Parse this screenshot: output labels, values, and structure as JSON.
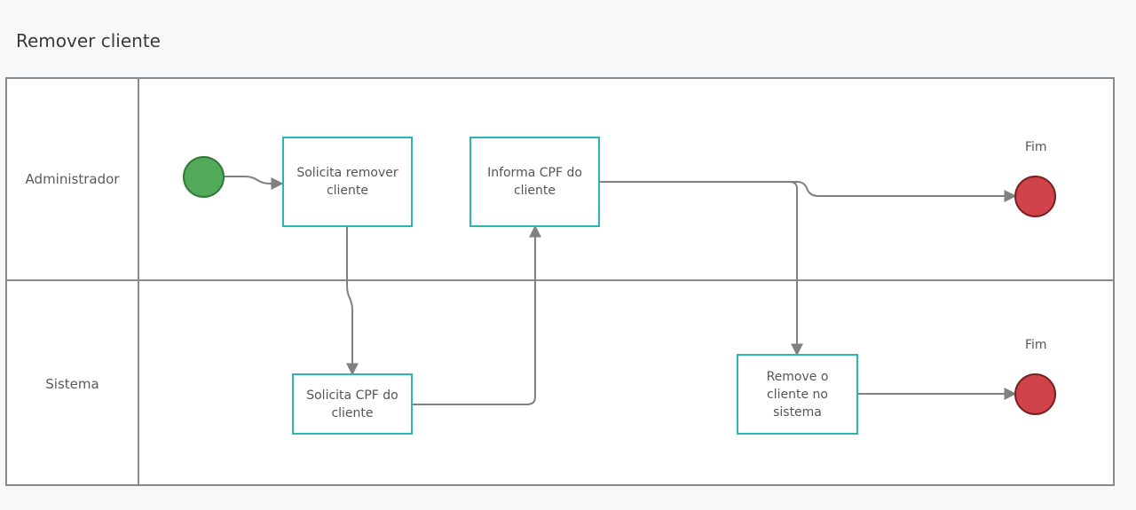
{
  "diagram": {
    "title": "Remover cliente",
    "lanes": [
      {
        "id": "administrador",
        "label": "Administrador"
      },
      {
        "id": "sistema",
        "label": "Sistema"
      }
    ],
    "tasks": {
      "solicita_remover": "Solicita remover cliente",
      "informa_cpf": "Informa CPF do cliente",
      "solicita_cpf": "Solicita CPF do cliente",
      "remove_cliente": "Remove o cliente no sistema"
    },
    "end_events": {
      "fim_administrador": "Fim",
      "fim_sistema": "Fim"
    }
  },
  "colors": {
    "task_border": "#2ab5b0",
    "start_event": "#53a95a",
    "end_event": "#d1434b",
    "lines": "#808080"
  }
}
